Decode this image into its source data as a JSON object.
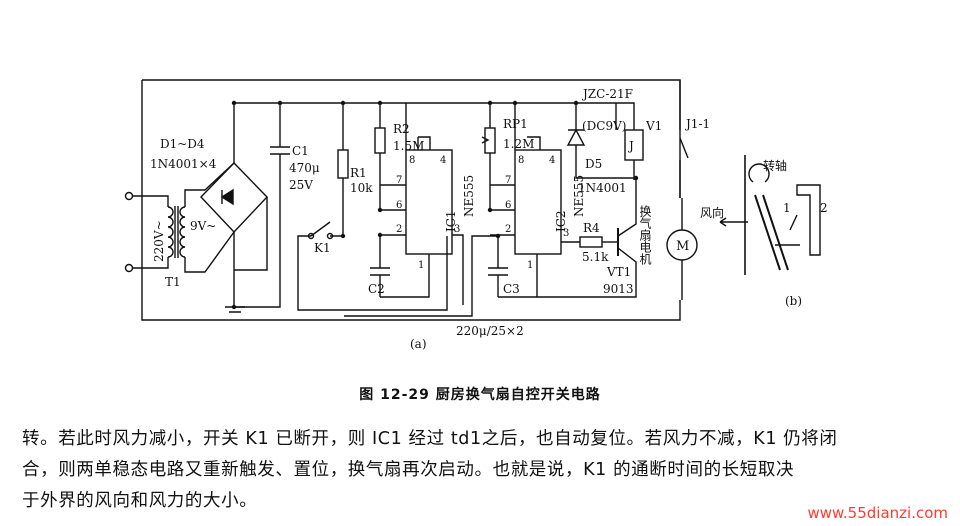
{
  "diagram": {
    "labels": {
      "ac": "220V~",
      "transformer": "T1",
      "transformer_secondary": "9V~",
      "diodes": "D1~D4",
      "diode_type": "1N4001×4",
      "c1": "C1",
      "c1_value": "470μ",
      "c1_voltage": "25V",
      "r1": "R1",
      "r1_value": "10k",
      "r2": "R2",
      "r2_value": "1.5M",
      "rp1": "RP1",
      "rp1_value": "1.2M",
      "k1": "K1",
      "ic1": "IC1",
      "ic1_type": "NE555",
      "ic2": "IC2",
      "ic2_type": "NE555",
      "c2": "C2",
      "c3": "C3",
      "cap_values": "220μ/25×2",
      "relay_model": "JZC-21F",
      "relay_spec": "(DC9V)",
      "relay_v1": "V1",
      "relay_coil": "J",
      "contact": "J1-1",
      "d5": "D5",
      "d5_type": "1N4001",
      "r4": "R4",
      "r4_value": "5.1k",
      "vt1": "VT1",
      "vt1_type": "9013",
      "motor": "M",
      "fan_label": "换气扇电机",
      "subfig_a": "(a)",
      "subfig_b": "(b)",
      "shaft": "转轴",
      "wind": "风向",
      "pos1": "1",
      "pos2": "2"
    },
    "pins": {
      "p8": "8",
      "p4": "4",
      "p7": "7",
      "p6": "6",
      "p2": "2",
      "p1": "1",
      "p3": "3"
    }
  },
  "caption": "图 12-29 厨房换气扇自控开关电路",
  "paragraph": [
    "转。若此时风力减小，开关 K1 已断开，则 IC1 经过 td1之后，也自动复位。若风力不减，K1 仍将闭",
    "合，则两单稳态电路又重新触发、置位，换气扇再次启动。也就是说，K1 的通断时间的长短取决",
    "于外界的风向和风力的大小。"
  ],
  "watermark": "www.55dianzi.com"
}
